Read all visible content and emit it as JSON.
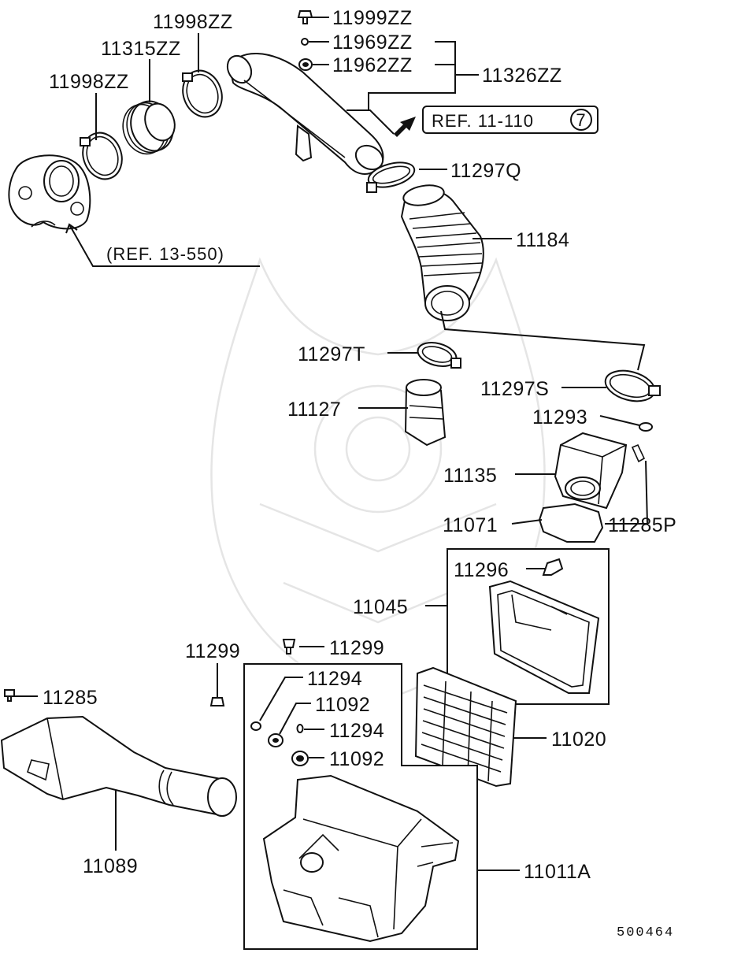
{
  "diagram_code": "500464",
  "references": {
    "ref_1": {
      "text": "REF. 11-110",
      "circled": "7"
    },
    "ref_2": {
      "text": "(REF. 13-550)"
    }
  },
  "labels": {
    "p11999zz": "11999ZZ",
    "p11969zz": "11969ZZ",
    "p11962zz": "11962ZZ",
    "p11326zz": "11326ZZ",
    "p11998zz_top": "11998ZZ",
    "p11315zz": "11315ZZ",
    "p11998zz_left": "11998ZZ",
    "p11297q": "11297Q",
    "p11184": "11184",
    "p11297t": "11297T",
    "p11297s": "11297S",
    "p11127": "11127",
    "p11293": "11293",
    "p11135": "11135",
    "p11071": "11071",
    "p11285p": "11285P",
    "p11296": "11296",
    "p11045": "11045",
    "p11299_a": "11299",
    "p11299_b": "11299",
    "p11285": "11285",
    "p11294_a": "11294",
    "p11092_a": "11092",
    "p11294_b": "11294",
    "p11092_b": "11092",
    "p11020": "11020",
    "p11089": "11089",
    "p11011a": "11011A"
  }
}
